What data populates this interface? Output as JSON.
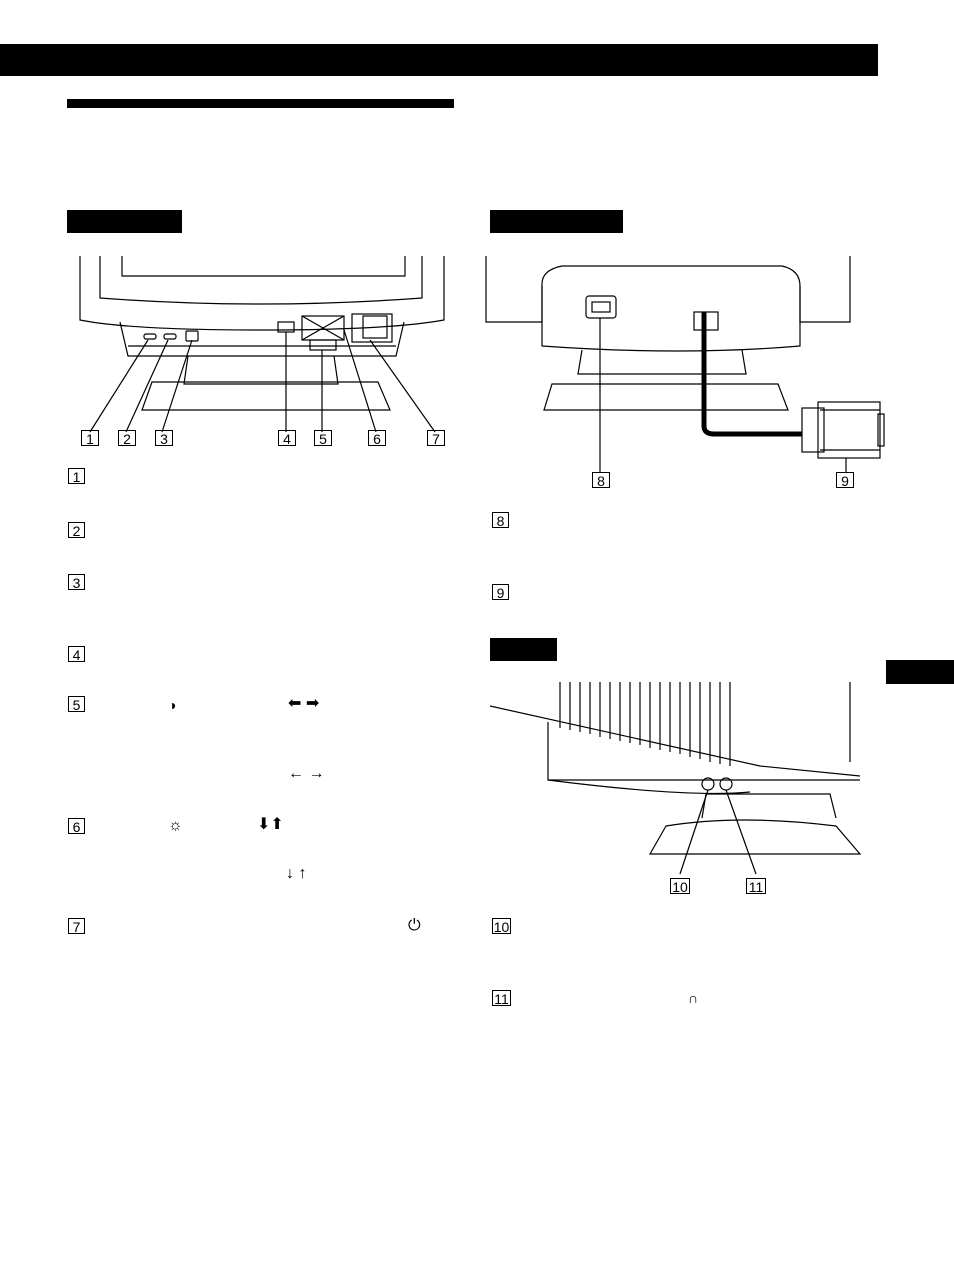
{
  "markers": {
    "m1": "1",
    "m2": "2",
    "m3": "3",
    "m4": "4",
    "m5": "5",
    "m6": "6",
    "m7": "7",
    "m8": "8",
    "m9": "9",
    "m10": "10",
    "m11": "11"
  },
  "list_items": [
    {
      "num": "1"
    },
    {
      "num": "2"
    },
    {
      "num": "3"
    },
    {
      "num": "4"
    },
    {
      "num": "5"
    },
    {
      "num": "6"
    },
    {
      "num": "7"
    },
    {
      "num": "8"
    },
    {
      "num": "9"
    },
    {
      "num": "10"
    },
    {
      "num": "11"
    }
  ],
  "icons": {
    "contrast": "contrast-icon",
    "brightness": "brightness-icon",
    "left_right": "left-right-arrows-icon",
    "down_up": "down-up-arrows-icon",
    "power": "power-icon",
    "headphones": "headphones-icon"
  },
  "glyphs": {
    "contrast": "◑",
    "brightness": "☼",
    "arrow_left_bold": "⬅",
    "arrow_right_bold": "➡",
    "arrow_left": "←",
    "arrow_right": "→",
    "arrow_down_bold": "⬇",
    "arrow_up_bold": "⬆",
    "arrow_down": "↓",
    "arrow_up": "↑",
    "power": "⏻",
    "headphones": "∩"
  }
}
